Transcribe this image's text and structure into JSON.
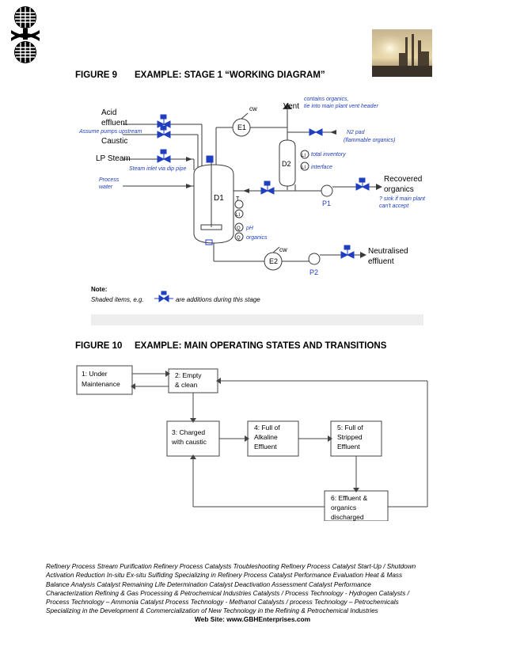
{
  "figure9": {
    "number": "FIGURE 9",
    "caption": "EXAMPLE: STAGE 1 “WORKING DIAGRAM”",
    "labels": {
      "acid_effluent_1": "Acid",
      "acid_effluent_2": "effluent",
      "assume_pumps": "Assume pumps upstream",
      "caustic": "Caustic",
      "lp_steam": "LP Steam",
      "steam_inlet": "Steam inlet via dip pipe",
      "process_water_1": "Process",
      "process_water_2": "water",
      "cw_top": "cw",
      "e1": "E1",
      "vent": "Vent",
      "vent_note_1": "contains organics,",
      "vent_note_2": "tie into main plant vent header",
      "n2_pad_1": "N2 pad",
      "n2_pad_2": "(flammable organics)",
      "d2": "D2",
      "li": "LI",
      "total_inventory": "total inventory",
      "interface": "interface",
      "d1": "D1",
      "t": "T",
      "q": "Q",
      "ph": "pH",
      "organics": "organics",
      "recovered_1": "Recovered",
      "recovered_2": "organics",
      "p1": "P1",
      "sink_note_1": "? sink if main plant",
      "sink_note_2": "can't accept",
      "cw_bottom": "cw",
      "e2": "E2",
      "p2": "P2",
      "neutralised_1": "Neutralised",
      "neutralised_2": "effluent",
      "note_title": "Note:",
      "note_text_1": "Shaded items, e.g.",
      "note_text_2": "are additions during this stage"
    }
  },
  "figure10": {
    "number": "FIGURE 10",
    "caption": "EXAMPLE: MAIN OPERATING STATES AND TRANSITIONS",
    "states": {
      "s1_l1": "1:  Under",
      "s1_l2": "Maintenance",
      "s2_l1": "2: Empty",
      "s2_l2": "& clean",
      "s3_l1": "3: Charged",
      "s3_l2": "with caustic",
      "s4_l1": "4: Full of",
      "s4_l2": "Alkaline",
      "s4_l3": "Effluent",
      "s5_l1": "5: Full of",
      "s5_l2": "Stripped",
      "s5_l3": "Effluent",
      "s6_l1": "6: Effluent &",
      "s6_l2": "organics",
      "s6_l3": "discharged"
    }
  },
  "footer": {
    "line1": "Refinery Process Stream Purification Refinery Process Catalysts Troubleshooting Refinery Process Catalyst Start-Up / Shutdown",
    "line2": " Activation   Reduction  In-situ  Ex-situ Sulfiding Specializing in Refinery Process Catalyst Performance Evaluation Heat & Mass",
    "line3": " Balance Analysis  Catalyst Remaining Life Determination  Catalyst Deactivation Assessment  Catalyst Performance",
    "line4": "Characterization  Refining  & Gas Processing &  Petrochemical Industries  Catalysts / Process Technology - Hydrogen  Catalysts /",
    "line5": "Process Technology – Ammonia  Catalyst Process Technology - Methanol  Catalysts / process Technology – Petrochemicals",
    "line6": "Specializing in the Development  & Commercialization of New Technology in the Refining &   Petrochemical Industries",
    "website": "Web Site: www.GBHEnterprises.com"
  },
  "colors": {
    "blue": "#1f3fbf",
    "line": "#3a3a3a"
  },
  "icons": {
    "logo": "gbh-logo-icon",
    "photo": "refinery-photo"
  }
}
